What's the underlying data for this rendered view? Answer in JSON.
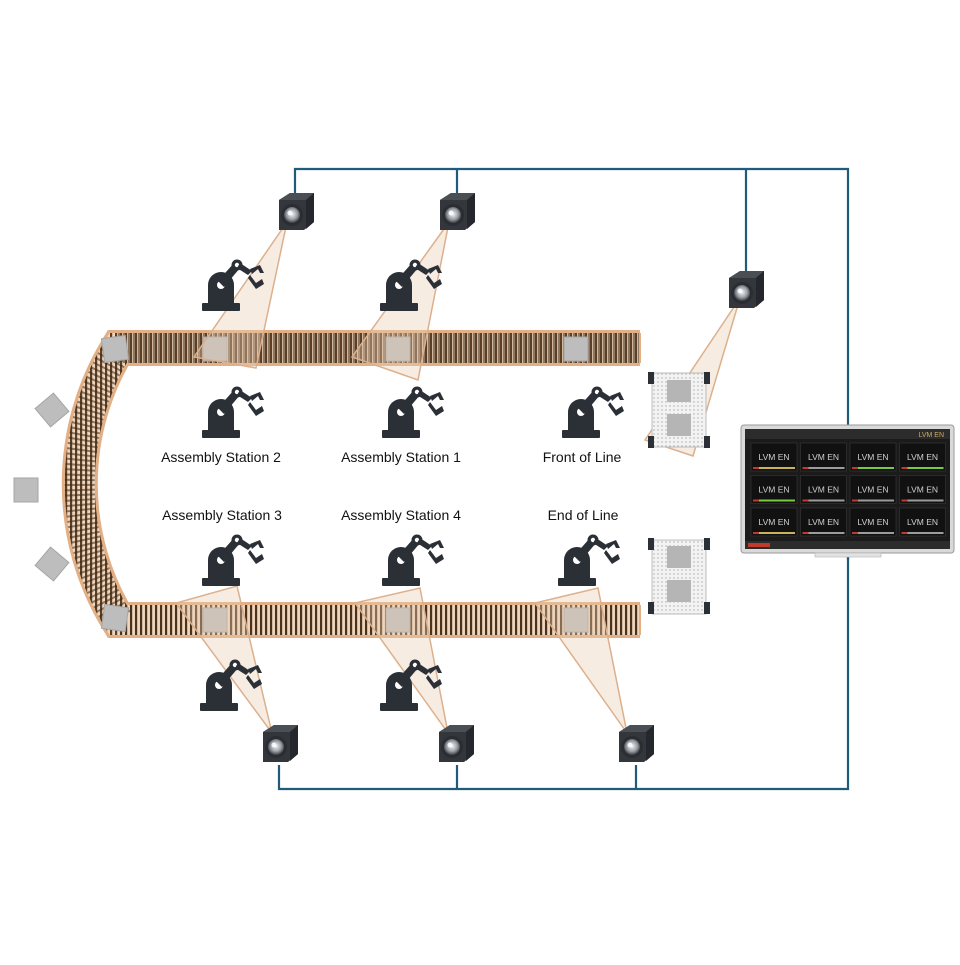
{
  "stations": [
    {
      "id": "assembly-station-2",
      "label": "Assembly Station 2"
    },
    {
      "id": "assembly-station-1",
      "label": "Assembly Station 1"
    },
    {
      "id": "front-of-line",
      "label": "Front of Line"
    },
    {
      "id": "assembly-station-3",
      "label": "Assembly Station 3"
    },
    {
      "id": "assembly-station-4",
      "label": "Assembly Station 4"
    },
    {
      "id": "end-of-line",
      "label": "End of Line"
    }
  ],
  "monitor": {
    "tiles": [
      {
        "text": "LVM EN",
        "accent": "#c8b25a"
      },
      {
        "text": "LVM EN",
        "accent": "#9c9c9c"
      },
      {
        "text": "LVM EN",
        "accent": "#7ac943"
      },
      {
        "text": "LVM EN",
        "accent": "#7ac943"
      },
      {
        "text": "LVM EN",
        "accent": "#7ac943"
      },
      {
        "text": "LVM EN",
        "accent": "#9c9c9c"
      },
      {
        "text": "LVM EN",
        "accent": "#9c9c9c"
      },
      {
        "text": "LVM EN",
        "accent": "#9c9c9c"
      },
      {
        "text": "LVM EN",
        "accent": "#c8b25a"
      },
      {
        "text": "LVM EN",
        "accent": "#9c9c9c"
      },
      {
        "text": "LVM EN",
        "accent": "#9c9c9c"
      },
      {
        "text": "LVM EN",
        "accent": "#9c9c9c"
      }
    ],
    "corner_logo": "LVM EN"
  },
  "colors": {
    "network": "#1f5c7a",
    "conveyor_edge": "#e8b58a",
    "conveyor_slat": "#6b4a2e",
    "fov": "#e7cdb5",
    "robot": "#2b2f36",
    "part": "#b9b9b9"
  }
}
